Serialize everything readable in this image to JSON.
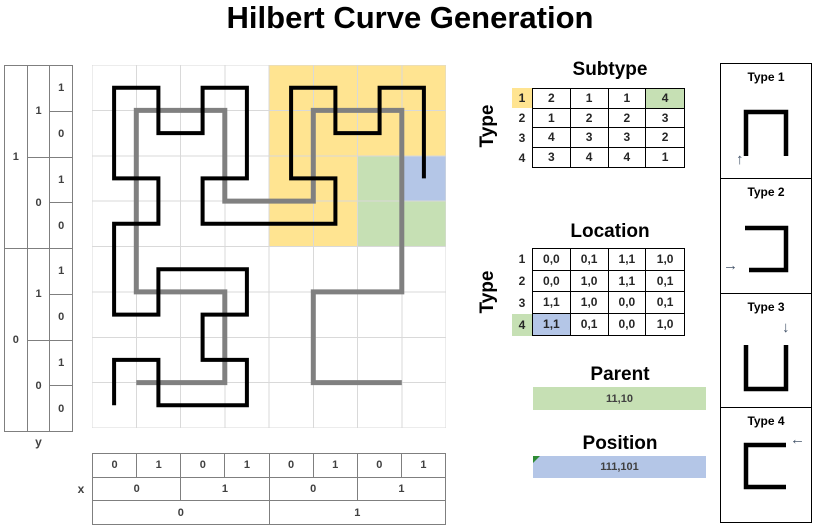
{
  "title": "Hilbert Curve Generation",
  "colors": {
    "yellow": "#FFE491",
    "green": "#C6E0B4",
    "blue": "#B4C6E7",
    "curve_black": "#000000",
    "curve_gray": "#808080",
    "gridline": "#D9D9D9",
    "arrow": "#44546A",
    "flag_green": "#2E8B34"
  },
  "grid": {
    "cols": 8,
    "rows": 8,
    "yellow_cells": [
      [
        4,
        0
      ],
      [
        5,
        0
      ],
      [
        6,
        0
      ],
      [
        7,
        0
      ],
      [
        4,
        1
      ],
      [
        5,
        1
      ],
      [
        6,
        1
      ],
      [
        7,
        1
      ],
      [
        4,
        2
      ],
      [
        5,
        2
      ],
      [
        4,
        3
      ],
      [
        5,
        3
      ]
    ],
    "green_cells": [
      [
        6,
        2
      ],
      [
        6,
        3
      ],
      [
        7,
        3
      ]
    ],
    "blue_cells": [
      [
        7,
        2
      ]
    ],
    "gray_curve": [
      [
        1,
        7
      ],
      [
        3,
        7
      ],
      [
        3,
        5
      ],
      [
        1,
        5
      ],
      [
        1,
        3
      ],
      [
        1,
        1
      ],
      [
        3,
        1
      ],
      [
        3,
        3
      ],
      [
        5,
        3
      ],
      [
        5,
        1
      ],
      [
        7,
        1
      ],
      [
        7,
        3
      ],
      [
        7,
        5
      ],
      [
        5,
        5
      ],
      [
        5,
        7
      ],
      [
        7,
        7
      ]
    ],
    "black_curve": [
      [
        0.5,
        7.5
      ],
      [
        0.5,
        6.5
      ],
      [
        1.5,
        6.5
      ],
      [
        1.5,
        7.5
      ],
      [
        2.5,
        7.5
      ],
      [
        3.5,
        7.5
      ],
      [
        3.5,
        6.5
      ],
      [
        2.5,
        6.5
      ],
      [
        2.5,
        5.5
      ],
      [
        3.5,
        5.5
      ],
      [
        3.5,
        4.5
      ],
      [
        2.5,
        4.5
      ],
      [
        1.5,
        4.5
      ],
      [
        1.5,
        5.5
      ],
      [
        0.5,
        5.5
      ],
      [
        0.5,
        4.5
      ],
      [
        0.5,
        3.5
      ],
      [
        1.5,
        3.5
      ],
      [
        1.5,
        2.5
      ],
      [
        0.5,
        2.5
      ],
      [
        0.5,
        1.5
      ],
      [
        0.5,
        0.5
      ],
      [
        1.5,
        0.5
      ],
      [
        1.5,
        1.5
      ],
      [
        2.5,
        1.5
      ],
      [
        2.5,
        0.5
      ],
      [
        3.5,
        0.5
      ],
      [
        3.5,
        1.5
      ],
      [
        3.5,
        2.5
      ],
      [
        2.5,
        2.5
      ],
      [
        2.5,
        3.5
      ],
      [
        3.5,
        3.5
      ],
      [
        4.5,
        3.5
      ],
      [
        5.5,
        3.5
      ],
      [
        5.5,
        2.5
      ],
      [
        4.5,
        2.5
      ],
      [
        4.5,
        1.5
      ],
      [
        4.5,
        0.5
      ],
      [
        5.5,
        0.5
      ],
      [
        5.5,
        1.5
      ],
      [
        6.5,
        1.5
      ],
      [
        6.5,
        0.5
      ],
      [
        7.5,
        0.5
      ],
      [
        7.5,
        1.5
      ],
      [
        7.5,
        2.5
      ]
    ]
  },
  "y_axis": {
    "label": "y",
    "outer": [
      "1",
      "0"
    ],
    "middle": [
      "1",
      "0",
      "1",
      "0"
    ],
    "inner": [
      "1",
      "0",
      "1",
      "0",
      "1",
      "0",
      "1",
      "0"
    ]
  },
  "x_axis": {
    "label": "x",
    "row_bit0": [
      "0",
      "1",
      "0",
      "1",
      "0",
      "1",
      "0",
      "1"
    ],
    "row_bit1": [
      "0",
      "1",
      "0",
      "1"
    ],
    "row_bit2": [
      "0",
      "1"
    ]
  },
  "subtype_table": {
    "title": "Subtype",
    "axis_label": "Type",
    "row_headers": [
      "1",
      "2",
      "3",
      "4"
    ],
    "rows": [
      [
        "2",
        "1",
        "1",
        "4"
      ],
      [
        "1",
        "2",
        "2",
        "3"
      ],
      [
        "4",
        "3",
        "3",
        "2"
      ],
      [
        "3",
        "4",
        "4",
        "1"
      ]
    ],
    "highlighted_header_row": 0,
    "highlighted_header_color": "#FFE491",
    "highlighted_cell": {
      "row": 0,
      "col": 3
    },
    "highlighted_cell_color": "#C6E0B4"
  },
  "location_table": {
    "title": "Location",
    "axis_label": "Type",
    "row_headers": [
      "1",
      "2",
      "3",
      "4"
    ],
    "rows": [
      [
        "0,0",
        "0,1",
        "1,1",
        "1,0"
      ],
      [
        "0,0",
        "1,0",
        "1,1",
        "0,1"
      ],
      [
        "1,1",
        "1,0",
        "0,0",
        "0,1"
      ],
      [
        "1,1",
        "0,1",
        "0,0",
        "1,0"
      ]
    ],
    "highlighted_header_row": 3,
    "highlighted_header_color": "#C6E0B4",
    "highlighted_cell": {
      "row": 3,
      "col": 0
    },
    "highlighted_cell_color": "#B4C6E7"
  },
  "parent": {
    "title": "Parent",
    "value": "11,10"
  },
  "position": {
    "title": "Position",
    "value": "111,101"
  },
  "types": [
    {
      "label": "Type 1",
      "shape": "open-down",
      "arrow": "↑"
    },
    {
      "label": "Type 2",
      "shape": "open-left",
      "arrow": "→"
    },
    {
      "label": "Type 3",
      "shape": "open-up",
      "arrow": "↓"
    },
    {
      "label": "Type 4",
      "shape": "open-right",
      "arrow": "←"
    }
  ]
}
